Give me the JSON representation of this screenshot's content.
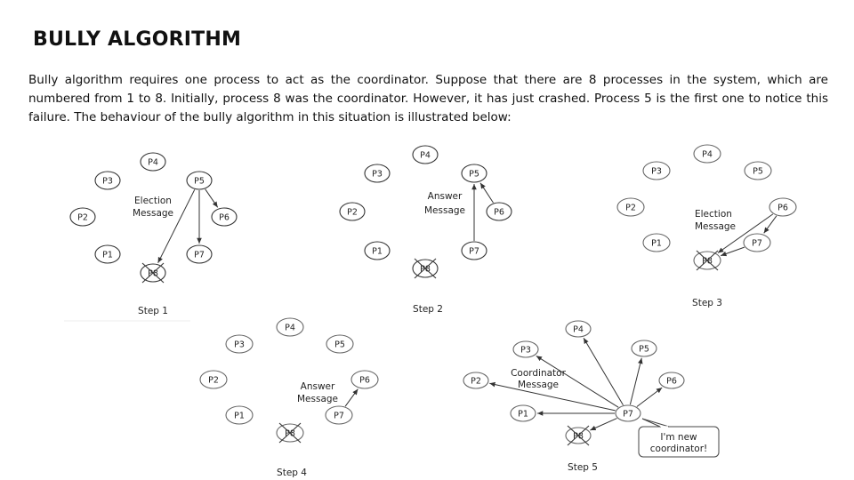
{
  "title": "BULLY ALGORITHM",
  "intro": "Bully algorithm requires one process to act as the coordinator. Suppose that there are 8 processes in the system, which are numbered from 1 to 8. Initially, process 8 was the coordinator. However, it has just crashed. Process 5 is the first one to notice this failure. The behaviour of the bully algorithm in this situation is illustrated below:",
  "steps": [
    {
      "label": "Step 1",
      "message": [
        "Election",
        "Message"
      ],
      "nodes": [
        "P1",
        "P2",
        "P3",
        "P4",
        "P5",
        "P6",
        "P7",
        "P8"
      ],
      "edges": [
        [
          "P5",
          "P8"
        ],
        [
          "P5",
          "P7"
        ],
        [
          "P5",
          "P6"
        ]
      ],
      "crashed": "P8"
    },
    {
      "label": "Step 2",
      "message": [
        "Answer",
        "Message"
      ],
      "nodes": [
        "P1",
        "P2",
        "P3",
        "P4",
        "P5",
        "P6",
        "P7",
        "P8"
      ],
      "edges": [
        [
          "P6",
          "P5"
        ],
        [
          "P7",
          "P5"
        ]
      ],
      "crashed": "P8"
    },
    {
      "label": "Step 3",
      "message": [
        "Election",
        "Message"
      ],
      "nodes": [
        "P1",
        "P2",
        "P3",
        "P4",
        "P5",
        "P6",
        "P7",
        "P8"
      ],
      "edges": [
        [
          "P6",
          "P8"
        ],
        [
          "P6",
          "P7"
        ],
        [
          "P7",
          "P8"
        ]
      ],
      "crashed": "P8"
    },
    {
      "label": "Step 4",
      "message": [
        "Answer",
        "Message"
      ],
      "nodes": [
        "P1",
        "P2",
        "P3",
        "P4",
        "P5",
        "P6",
        "P7",
        "P8"
      ],
      "edges": [
        [
          "P7",
          "P6"
        ]
      ],
      "crashed": "P8"
    },
    {
      "label": "Step 5",
      "message": [
        "Coordinator",
        "Message"
      ],
      "nodes": [
        "P1",
        "P2",
        "P3",
        "P4",
        "P5",
        "P6",
        "P7",
        "P8"
      ],
      "edges": [
        [
          "P7",
          "P1"
        ],
        [
          "P7",
          "P2"
        ],
        [
          "P7",
          "P3"
        ],
        [
          "P7",
          "P4"
        ],
        [
          "P7",
          "P5"
        ],
        [
          "P7",
          "P6"
        ],
        [
          "P7",
          "P8"
        ]
      ],
      "crashed": "P8",
      "callout": [
        "I'm new",
        "coordinator!"
      ]
    }
  ]
}
